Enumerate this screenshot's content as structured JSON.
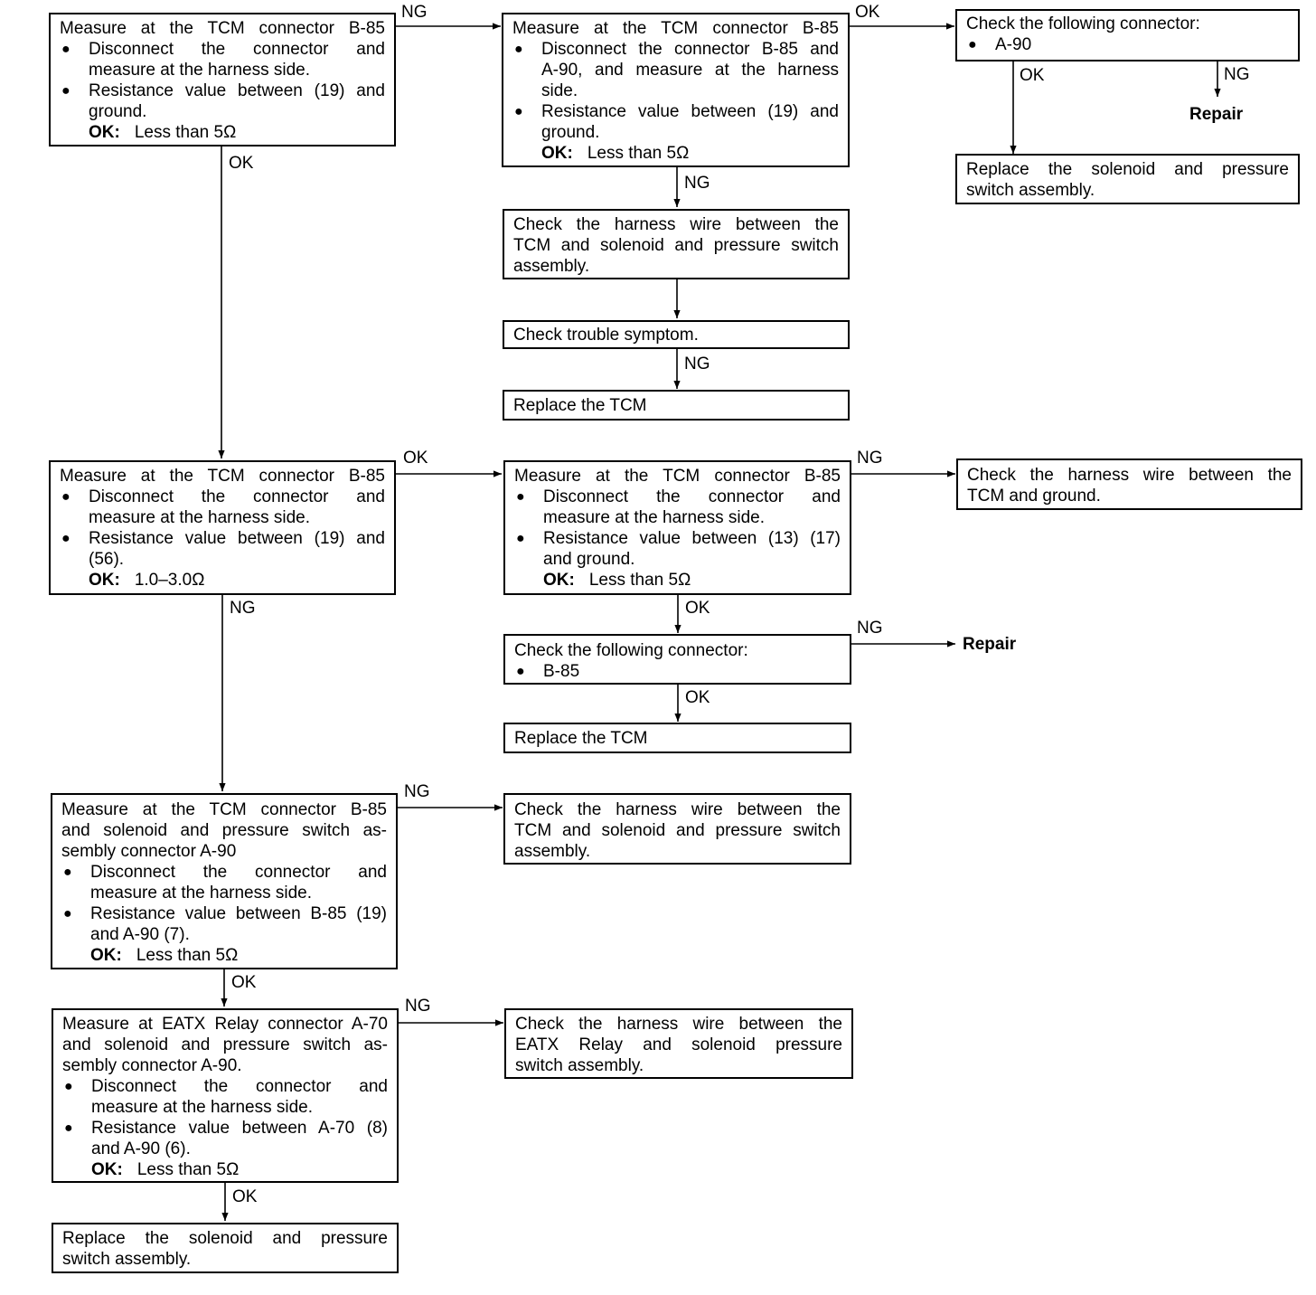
{
  "labels": {
    "ok": "OK",
    "ng": "NG",
    "repair": "Repair",
    "ok_prefix": "OK:"
  },
  "b1": {
    "title": "Measure at the TCM connector B-85",
    "b1a": "Disconnect the connector and",
    "b1b": "measure at the harness side.",
    "b2a": "Resistance value between (19) and",
    "b2b": "ground.",
    "ok": "Less than 5Ω"
  },
  "b2": {
    "title": "Measure at the TCM connector B-85",
    "b1a": "Disconnect the connector B-85 and",
    "b1b": "A-90, and measure at the harness",
    "b1c": "side.",
    "b2a": "Resistance value between (19) and",
    "b2b": "ground.",
    "ok": "Less than 5Ω"
  },
  "b3": {
    "title": "Check the following connector:",
    "b1": "A-90"
  },
  "b4": {
    "l1": "Replace the solenoid and pressure",
    "l2": "switch assembly."
  },
  "b5": {
    "l1": "Check the harness wire between the",
    "l2": "TCM and solenoid and pressure switch",
    "l3": "assembly."
  },
  "b6": {
    "l1": "Check trouble symptom."
  },
  "b7": {
    "l1": "Replace the TCM"
  },
  "b8": {
    "title": "Measure at the TCM connector B-85",
    "b1a": "Disconnect the connector and",
    "b1b": "measure at the harness side.",
    "b2a": "Resistance value between (19) and",
    "b2b": "(56).",
    "ok": "1.0–3.0Ω"
  },
  "b9": {
    "title": "Measure at the TCM connector B-85",
    "b1a": "Disconnect the connector and",
    "b1b": "measure at the harness side.",
    "b2a": "Resistance value between (13) (17)",
    "b2b": "and ground.",
    "ok": "Less than 5Ω"
  },
  "b10": {
    "l1": "Check the harness wire between the",
    "l2": "TCM and ground."
  },
  "b11": {
    "title": "Check the following connector:",
    "b1": "B-85"
  },
  "b12": {
    "l1": "Replace the TCM"
  },
  "b13": {
    "t1": "Measure at the TCM connector B-85",
    "t2": "and solenoid and pressure switch as-",
    "t3": "sembly connector A-90",
    "b1a": "Disconnect the connector and",
    "b1b": "measure at the harness side.",
    "b2a": "Resistance value between B-85 (19)",
    "b2b": "and A-90 (7).",
    "ok": "Less than 5Ω"
  },
  "b14": {
    "l1": "Check the harness wire between the",
    "l2": "TCM and solenoid and pressure switch",
    "l3": "assembly."
  },
  "b15": {
    "t1": "Measure at EATX Relay connector A-70",
    "t2": "and solenoid and pressure switch as-",
    "t3": "sembly connector A-90.",
    "b1a": "Disconnect the connector and",
    "b1b": "measure at the harness side.",
    "b2a": "Resistance value between A-70 (8)",
    "b2b": "and A-90 (6).",
    "ok": "Less than 5Ω"
  },
  "b16": {
    "l1": "Check the harness wire between the",
    "l2": "EATX Relay and solenoid pressure",
    "l3": "switch assembly."
  },
  "b17": {
    "l1": "Replace the solenoid and pressure",
    "l2": "switch assembly."
  }
}
